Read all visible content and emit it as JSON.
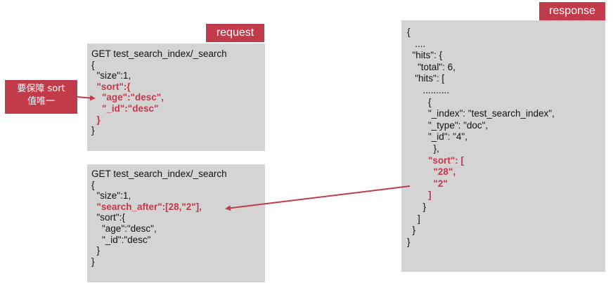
{
  "colors": {
    "accent": "#c23b4b",
    "panel": "#d4d4d4",
    "highlight_text": "#c0394b"
  },
  "tags": {
    "request": "request",
    "response": "response"
  },
  "note": {
    "lines": [
      "要保障 sort",
      "值唯一"
    ]
  },
  "request1": {
    "lines": [
      {
        "text": "GET test_search_index/_search",
        "hl": false
      },
      {
        "text": "{",
        "hl": false
      },
      {
        "text": "  \"size\":1,",
        "hl": false
      },
      {
        "text": "  \"sort\":{",
        "hl": true
      },
      {
        "text": "    \"age\":\"desc\",",
        "hl": true
      },
      {
        "text": "    \"_id\":\"desc\"",
        "hl": true
      },
      {
        "text": "  }",
        "hl": true
      },
      {
        "text": "}",
        "hl": false
      }
    ]
  },
  "request2": {
    "lines": [
      {
        "text": "GET test_search_index/_search",
        "hl": false
      },
      {
        "text": "{",
        "hl": false
      },
      {
        "text": "  \"size\":1,",
        "hl": false
      },
      {
        "text": "  \"search_after\":[28,\"2\"],",
        "hl": true
      },
      {
        "text": "  \"sort\":{",
        "hl": false
      },
      {
        "text": "    \"age\":\"desc\",",
        "hl": false
      },
      {
        "text": "    \"_id\":\"desc\"",
        "hl": false
      },
      {
        "text": "  }",
        "hl": false
      },
      {
        "text": "}",
        "hl": false
      }
    ]
  },
  "response": {
    "lines": [
      {
        "text": "{",
        "hl": false
      },
      {
        "text": "   ....",
        "hl": false
      },
      {
        "text": "  \"hits\": {",
        "hl": false
      },
      {
        "text": "    \"total\": 6,",
        "hl": false
      },
      {
        "text": "   \"hits\": [",
        "hl": false
      },
      {
        "text": "      ..........",
        "hl": false
      },
      {
        "text": "        {",
        "hl": false
      },
      {
        "text": "        \"_index\": \"test_search_index\",",
        "hl": false
      },
      {
        "text": "        \"_type\": \"doc\",",
        "hl": false
      },
      {
        "text": "        \"_id\": \"4\",",
        "hl": false
      },
      {
        "text": "          },",
        "hl": false
      },
      {
        "text": "        \"sort\": [",
        "hl": true
      },
      {
        "text": "          \"28\",",
        "hl": true
      },
      {
        "text": "          \"2\"",
        "hl": true
      },
      {
        "text": "        ]",
        "hl": true
      },
      {
        "text": "      }",
        "hl": false
      },
      {
        "text": "    ]",
        "hl": false
      },
      {
        "text": "  }",
        "hl": false
      },
      {
        "text": "}",
        "hl": false
      }
    ]
  }
}
